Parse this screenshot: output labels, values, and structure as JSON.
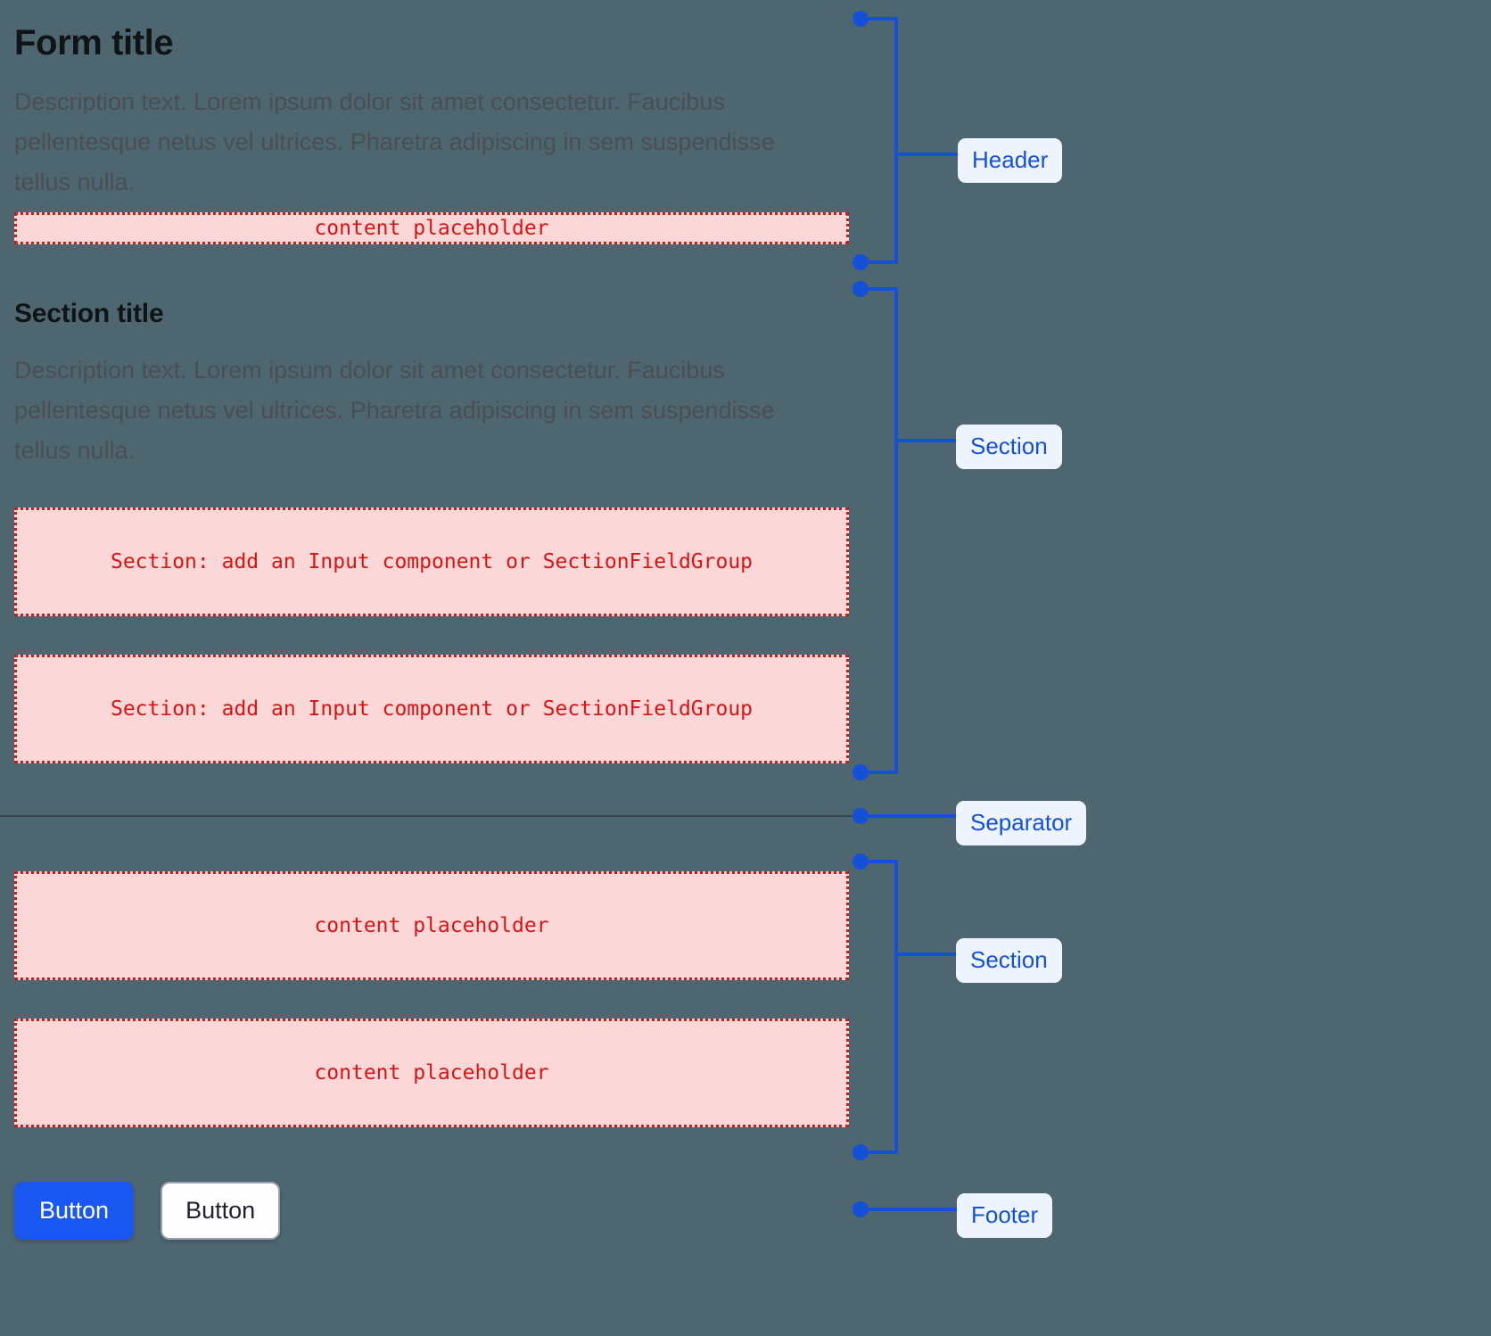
{
  "theme": {
    "background": "#4d6670",
    "accent_blue": "#1550d8",
    "placeholder_fill": "#fbd7d7",
    "placeholder_border": "#c81e1e",
    "placeholder_text": "#d81414",
    "pill_background": "#eef4fe",
    "primary_button": "#1a56f0",
    "separator_color": "#3d4550"
  },
  "form": {
    "header": {
      "title": "Form title",
      "description": "Description text. Lorem ipsum dolor sit amet consectetur. Faucibus pellentesque netus vel ultrices. Pharetra adipiscing in sem suspendisse tellus nulla.",
      "placeholder": "content placeholder"
    },
    "section": {
      "title": "Section title",
      "description": "Description text. Lorem ipsum dolor sit amet consectetur. Faucibus pellentesque netus vel ultrices. Pharetra adipiscing in sem suspendisse tellus nulla.",
      "placeholders": [
        "Section: add an Input component or SectionFieldGroup",
        "Section: add an Input component or SectionFieldGroup"
      ]
    },
    "bottom_section": {
      "placeholders": [
        "content placeholder",
        "content placeholder"
      ]
    },
    "footer": {
      "primary_label": "Button",
      "secondary_label": "Button"
    }
  },
  "annotations": {
    "header": "Header",
    "section_1": "Section",
    "separator": "Separator",
    "section_2": "Section",
    "footer": "Footer"
  }
}
